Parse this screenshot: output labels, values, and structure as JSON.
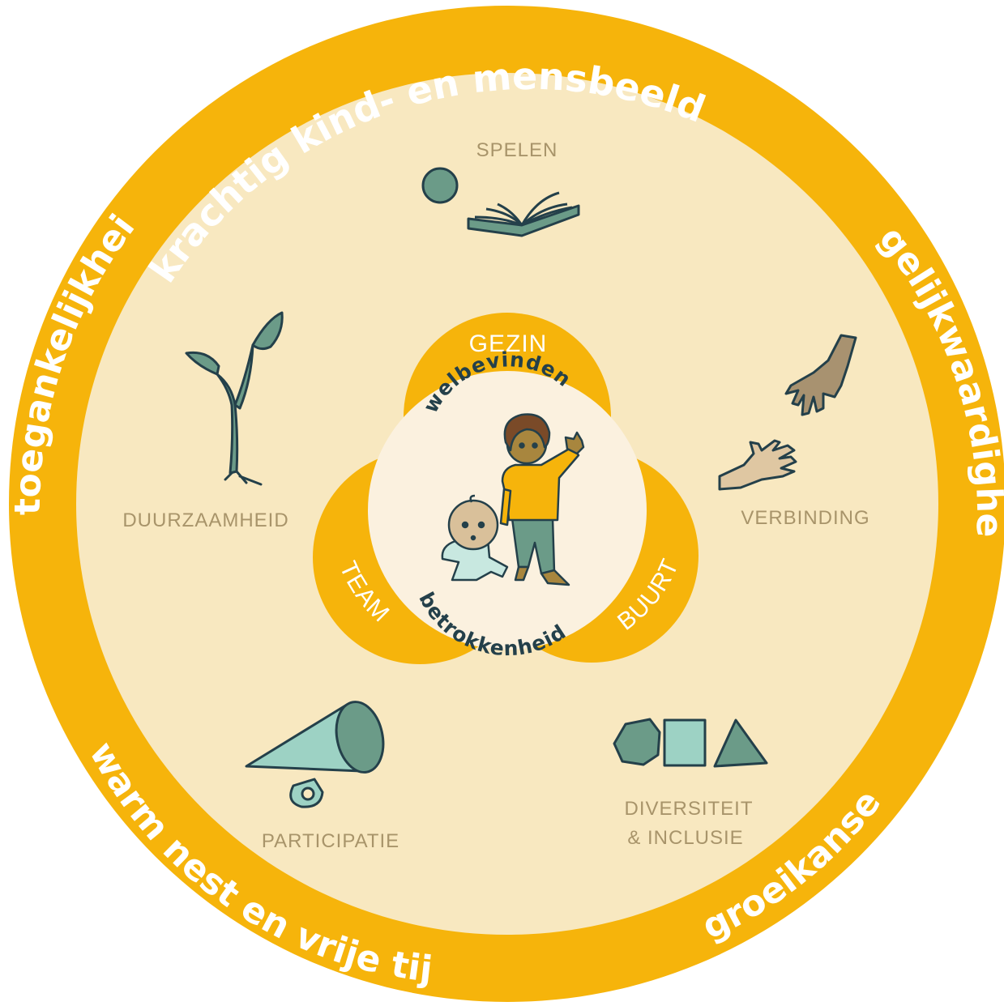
{
  "ring": {
    "top": "krachtig  kind- en mensbeeld",
    "right": "gelijkwaardigheid",
    "bottom_right": "groeikansen",
    "bottom_left": "warm nest en vrije tijd",
    "left": "toegankelijkheid"
  },
  "values": {
    "spelen": "SPELEN",
    "verbinding": "VERBINDING",
    "duurzaamheid": "DUURZAAMHEID",
    "participatie": "PARTICIPATIE",
    "diversiteit_line1": "DIVERSITEIT",
    "diversiteit_line2": "& INCLUSIE"
  },
  "circles": {
    "gezin": "GEZIN",
    "team": "TEAM",
    "buurt": "BUURT"
  },
  "core": {
    "top": "welbevinden",
    "bottom": "betrokkenheid"
  },
  "colors": {
    "ring": "#f6b40b",
    "inner": "#f8e8c0",
    "core": "#fbf1df",
    "icon_teal": "#6b9b88",
    "icon_light": "#9dd2c4",
    "label": "#a8946a",
    "text_dark": "#24404a"
  }
}
